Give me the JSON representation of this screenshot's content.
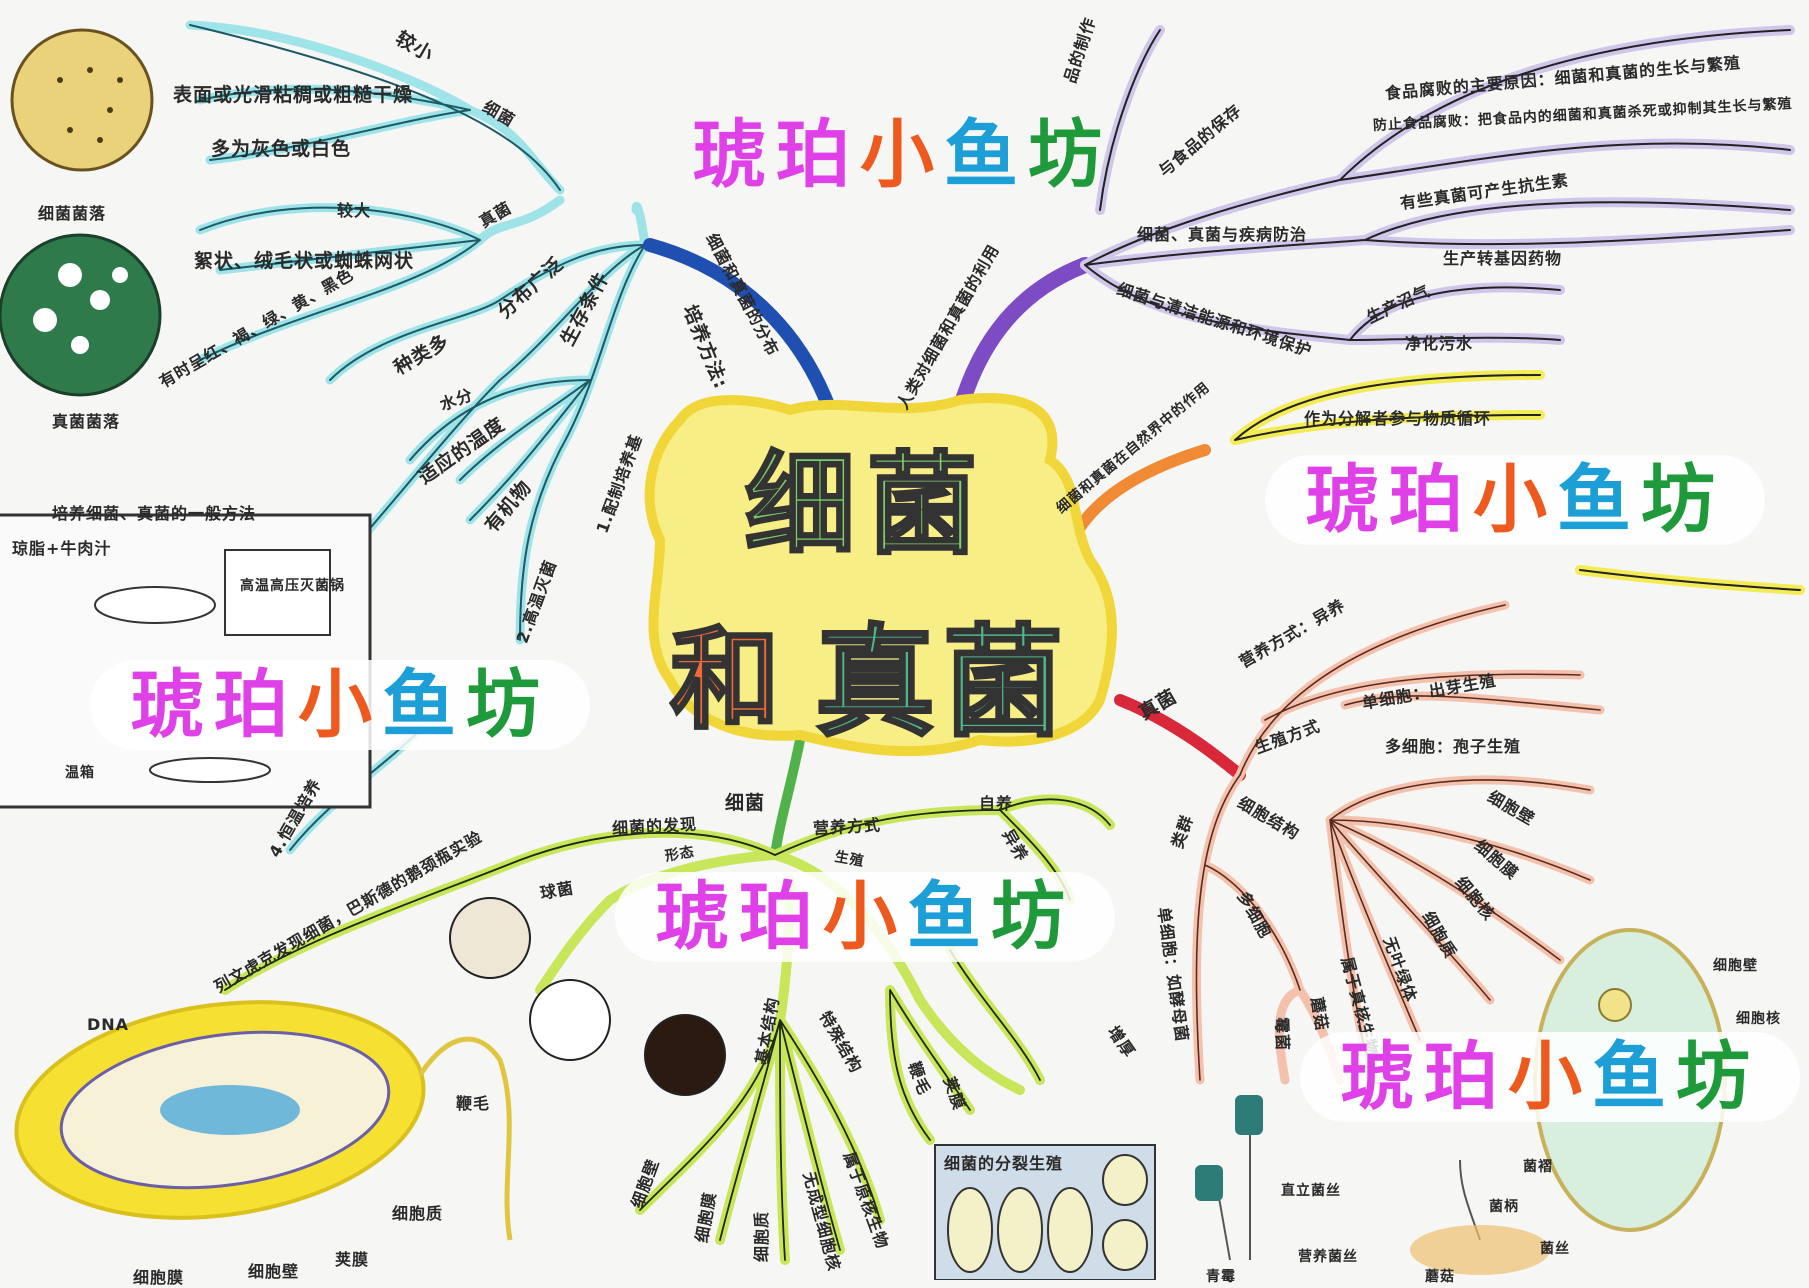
{
  "center": {
    "line1": "细菌",
    "line2_a": "和",
    "line2_b": "真菌"
  },
  "watermark": {
    "c1": "琥珀",
    "c2": "小",
    "c3": "鱼",
    "c4": "坊"
  },
  "distribution": {
    "branch": "细菌和真菌的分布",
    "wide": "分布广泛",
    "many_kinds": "种类多",
    "bacteria": "细菌",
    "bacteria_small": "较小",
    "bacteria_surface": "表面或光滑粘稠或粗糙干燥",
    "bacteria_color": "多为灰色或白色",
    "bacteria_colony": "细菌菌落",
    "fungi": "真菌",
    "fungi_large": "较大",
    "fungi_shape": "絮状、绒毛状或蜘蛛网状",
    "fungi_color": "有时呈红、褐、绿、黄、黑色",
    "fungi_colony": "真菌菌落",
    "conditions": "生存条件",
    "water": "水分",
    "temperature": "适应的温度",
    "organic": "有机物",
    "culture": "培养方法:",
    "step1": "1.配制培养基",
    "step2": "2.高温灭菌",
    "step4": "4.恒温培养",
    "method_title": "培养细菌、真菌的一般方法",
    "agar": "琼脂+牛肉汁",
    "autoclave": "高温高压灭菌锅",
    "incubator": "温箱"
  },
  "utilization": {
    "branch": "人类对细菌和真菌的利用",
    "food_making": "品的制作",
    "food_storage": "与食品的保存",
    "spoil_cause": "食品腐败的主要原因：细菌和真菌的生长与繁殖",
    "spoil_prevent": "防止食品腐败：把食品内的细菌和真菌杀死或抑制其生长与繁殖",
    "disease": "细菌、真菌与疾病防治",
    "antibiotics": "有些真菌可产生抗生素",
    "transgenic": "生产转基因药物",
    "energy": "细菌与清洁能源和环境保护",
    "biogas": "生产沼气",
    "sewage": "净化污水"
  },
  "nature": {
    "branch": "细菌和真菌在自然界中的作用",
    "decomposer": "作为分解者参与物质循环"
  },
  "fungi": {
    "branch": "真菌",
    "nutrition": "营养方式：异养",
    "reproduction": "生殖方式",
    "single_repro": "单细胞：出芽生殖",
    "multi_repro": "多细胞：孢子生殖",
    "structure": "细胞结构",
    "wall": "细胞壁",
    "membrane": "细胞膜",
    "nucleus": "细胞核",
    "cytoplasm": "细胞质",
    "no_chloro": "无叶绿体",
    "eukaryote": "属于真核生物",
    "groups": "类群",
    "multicell": "多细胞",
    "single": "单细胞：如酵母菌",
    "mushroom": "蘑菇",
    "mold": "霉菌",
    "yeast_wall": "细胞壁",
    "yeast_nucleus": "细胞核",
    "hyphae_up": "直立菌丝",
    "hyphae_nutri": "营养菌丝",
    "penicillium": "青霉",
    "stipe": "菌柄",
    "hyphae": "菌丝",
    "mushroom_label": "蘑菇",
    "gills": "菌褶"
  },
  "bacteria": {
    "branch": "细菌",
    "discovery": "细菌的发现",
    "discovery_text": "列文虎克发现细菌，巴斯德的鹅颈瓶实验",
    "shape": "形态",
    "coccus": "球菌",
    "nutrition": "营养方式",
    "autotroph": "自养",
    "heterotroph": "异养",
    "reproduction": "生殖",
    "basic": "基本结构",
    "special": "特殊结构",
    "flagellum": "鞭毛",
    "capsule": "荚膜",
    "wall": "细胞壁",
    "membrane": "细胞膜",
    "cytoplasm": "细胞质",
    "no_nucleus": "无成型细胞核",
    "prokaryote": "属于原核生物",
    "thicken": "增厚",
    "division": "细菌的分裂生殖",
    "dia_dna": "DNA",
    "dia_flagellum": "鞭毛",
    "dia_cytoplasm": "细胞质",
    "dia_capsule": "荚膜",
    "dia_wall": "细胞壁",
    "dia_membrane": "细胞膜"
  },
  "colors": {
    "distribution": "#1f4fb0",
    "utilization": "#7d4cc4",
    "nature": "#f08a34",
    "fungi": "#d8283a",
    "bacteria": "#52b24a",
    "teal_branch": "#6fd3dc",
    "lime_branch": "#c8e65a",
    "peach_branch": "#f2b9a0",
    "lavender_branch": "#cfc6ea"
  }
}
